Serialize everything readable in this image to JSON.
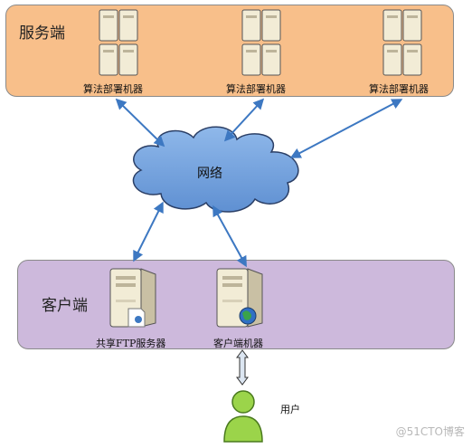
{
  "server_zone": {
    "title": "服务端",
    "machines": [
      "算法部署机器",
      "算法部署机器",
      "算法部署机器"
    ]
  },
  "network": {
    "label": "网络"
  },
  "client_zone": {
    "title": "客户端",
    "ftp_server": "共享FTP服务器",
    "client_machine": "客户端机器"
  },
  "user": {
    "label": "用户"
  },
  "watermark": "@51CTO博客",
  "colors": {
    "server_zone": "#f8bf8a",
    "client_zone": "#cdb9dc",
    "cloud": "#6f9fdc",
    "arrow": "#3d78c2"
  }
}
